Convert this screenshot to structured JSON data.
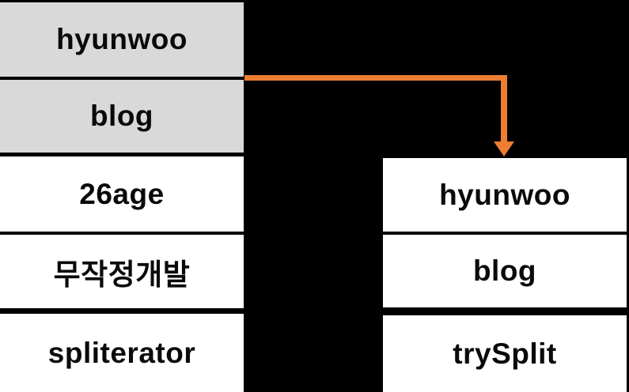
{
  "diagram": {
    "left_stack": {
      "items": [
        {
          "label": "hyunwoo",
          "highlighted": true
        },
        {
          "label": "blog",
          "highlighted": true
        },
        {
          "label": "26age",
          "highlighted": false
        },
        {
          "label": "무작정개발",
          "highlighted": false
        },
        {
          "label": "spliterator",
          "highlighted": false
        }
      ]
    },
    "right_stack": {
      "items": [
        {
          "label": "hyunwoo"
        },
        {
          "label": "blog"
        },
        {
          "label": "trySplit"
        }
      ]
    },
    "arrow": {
      "from": "left-stack-hyunwoo-blog",
      "to": "right-stack-top",
      "color": "#ed7d31"
    },
    "colors": {
      "background": "#000000",
      "highlight_cell_fill": "#d9d9d9",
      "cell_fill": "#ffffff",
      "border": "#000000",
      "text": "#0a0a0a",
      "arrow": "#ed7d31"
    }
  }
}
